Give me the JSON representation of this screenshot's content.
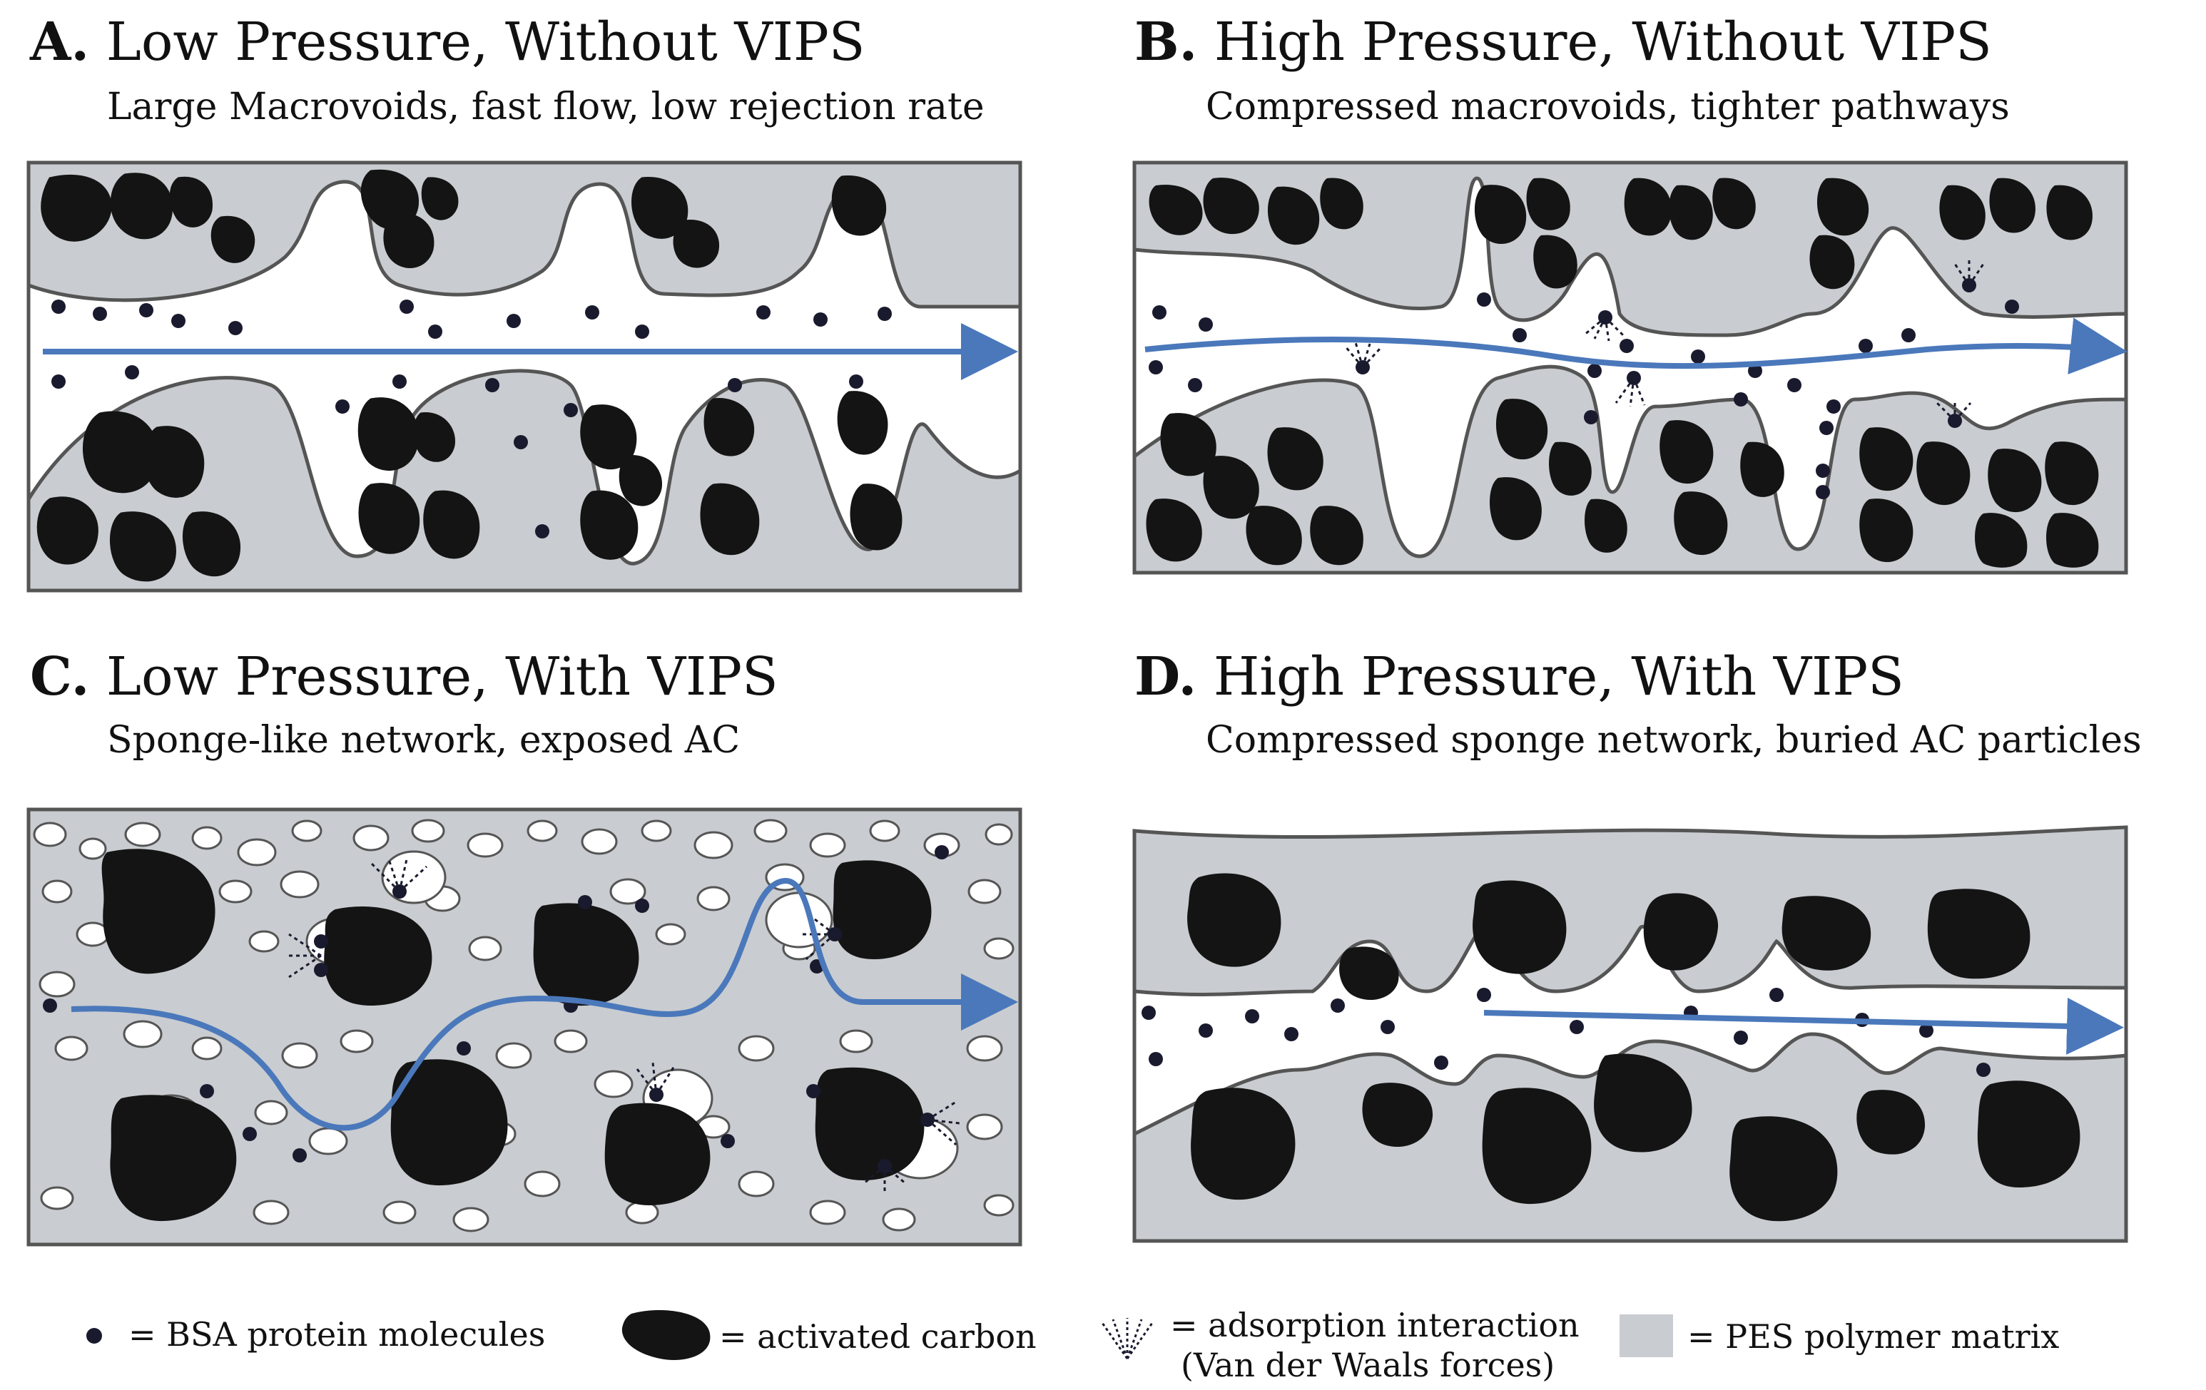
{
  "panels": [
    {
      "letter": "A.",
      "title": "Low Pressure, Without VIPS",
      "subtitle": "Large Macrovoids, fast flow, low rejection rate"
    },
    {
      "letter": "B.",
      "title": "High Pressure, Without VIPS",
      "subtitle": "Compressed macrovoids, tighter pathways"
    },
    {
      "letter": "C.",
      "title": "Low Pressure, With VIPS",
      "subtitle": "Sponge-like network, exposed AC"
    },
    {
      "letter": "D.",
      "title": "High Pressure, With VIPS",
      "subtitle": "Compressed sponge network, buried AC particles"
    }
  ],
  "legend": {
    "bsa": "= BSA protein molecules",
    "carbon": "= activated carbon",
    "adsorption_line1": "= adsorption interaction",
    "adsorption_line2": "(Van der Waals forces)",
    "pes": "= PES polymer matrix"
  },
  "colors": {
    "matrix": "#c9ccd0",
    "outline": "#555555",
    "carbon": "#141414",
    "flow_arrow": "#4a78bb",
    "protein": "#1a1a2e"
  }
}
